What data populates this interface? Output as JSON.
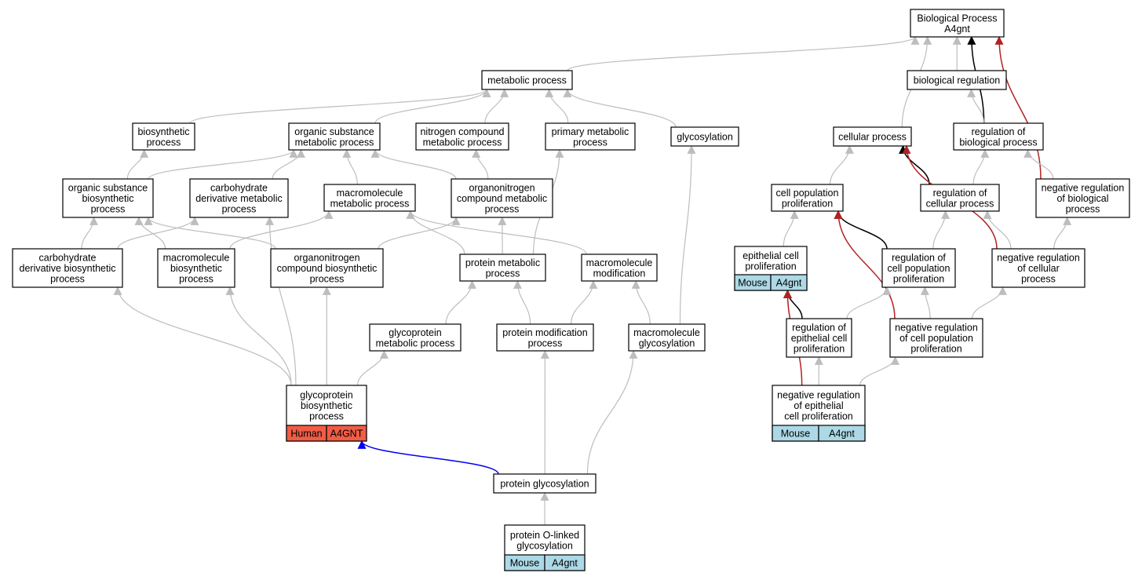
{
  "colors": {
    "edge_default": "#bdbdbd",
    "edge_black": "#000000",
    "edge_red": "#b22222",
    "edge_blue": "#0000ee",
    "tag_mouse": "#add8e6",
    "tag_human": "#f15c45"
  },
  "nodes": [
    {
      "id": "bp",
      "lines": [
        "Biological Process",
        "A4gnt"
      ]
    },
    {
      "id": "metabolic",
      "lines": [
        "metabolic process"
      ]
    },
    {
      "id": "bioreg",
      "lines": [
        "biological regulation"
      ]
    },
    {
      "id": "biosynth",
      "lines": [
        "biosynthetic",
        "process"
      ]
    },
    {
      "id": "orgsubmet",
      "lines": [
        "organic substance",
        "metabolic process"
      ]
    },
    {
      "id": "nitromet",
      "lines": [
        "nitrogen compound",
        "metabolic process"
      ]
    },
    {
      "id": "primmet",
      "lines": [
        "primary metabolic",
        "process"
      ]
    },
    {
      "id": "glycosylation",
      "lines": [
        "glycosylation"
      ]
    },
    {
      "id": "cellproc",
      "lines": [
        "cellular process"
      ]
    },
    {
      "id": "regbio",
      "lines": [
        "regulation of",
        "biological process"
      ]
    },
    {
      "id": "orgsubbio",
      "lines": [
        "organic substance",
        "biosynthetic",
        "process"
      ]
    },
    {
      "id": "carbderivmet",
      "lines": [
        "carbohydrate",
        "derivative metabolic",
        "process"
      ]
    },
    {
      "id": "macromet",
      "lines": [
        "macromolecule",
        "metabolic process"
      ]
    },
    {
      "id": "organonitromet",
      "lines": [
        "organonitrogen",
        "compound metabolic",
        "process"
      ]
    },
    {
      "id": "cellpop",
      "lines": [
        "cell population",
        "proliferation"
      ]
    },
    {
      "id": "regcell",
      "lines": [
        "regulation of",
        "cellular process"
      ]
    },
    {
      "id": "negregbio",
      "lines": [
        "negative regulation",
        "of biological",
        "process"
      ]
    },
    {
      "id": "carbderivbio",
      "lines": [
        "carbohydrate",
        "derivative biosynthetic",
        "process"
      ]
    },
    {
      "id": "macrobio",
      "lines": [
        "macromolecule",
        "biosynthetic",
        "process"
      ]
    },
    {
      "id": "organonitrobio",
      "lines": [
        "organonitrogen",
        "compound biosynthetic",
        "process"
      ]
    },
    {
      "id": "protmet",
      "lines": [
        "protein metabolic",
        "process"
      ]
    },
    {
      "id": "macromod",
      "lines": [
        "macromolecule",
        "modification"
      ]
    },
    {
      "id": "epicellpop",
      "lines": [
        "epithelial cell",
        "proliferation"
      ],
      "tags": [
        {
          "label": "Mouse",
          "kind": "mouse"
        },
        {
          "label": "A4gnt",
          "kind": "mouse"
        }
      ]
    },
    {
      "id": "regcellpop",
      "lines": [
        "regulation of",
        "cell population",
        "proliferation"
      ]
    },
    {
      "id": "negregcell",
      "lines": [
        "negative regulation",
        "of cellular",
        "process"
      ]
    },
    {
      "id": "glycoprotmet",
      "lines": [
        "glycoprotein",
        "metabolic process"
      ]
    },
    {
      "id": "protmod",
      "lines": [
        "protein modification",
        "process"
      ]
    },
    {
      "id": "macroglyc",
      "lines": [
        "macromolecule",
        "glycosylation"
      ]
    },
    {
      "id": "regepi",
      "lines": [
        "regulation of",
        "epithelial cell",
        "proliferation"
      ]
    },
    {
      "id": "negregcellpop",
      "lines": [
        "negative regulation",
        "of cell population",
        "proliferation"
      ]
    },
    {
      "id": "glycoprotbio",
      "lines": [
        "glycoprotein",
        "biosynthetic",
        "process"
      ],
      "tags": [
        {
          "label": "Human",
          "kind": "human"
        },
        {
          "label": "A4GNT",
          "kind": "human"
        }
      ]
    },
    {
      "id": "negregepi",
      "lines": [
        "negative regulation",
        "of epithelial",
        "cell proliferation"
      ],
      "tags": [
        {
          "label": "Mouse",
          "kind": "mouse"
        },
        {
          "label": "A4gnt",
          "kind": "mouse"
        }
      ]
    },
    {
      "id": "protglyc",
      "lines": [
        "protein glycosylation"
      ]
    },
    {
      "id": "protolinked",
      "lines": [
        "protein O-linked",
        "glycosylation"
      ],
      "tags": [
        {
          "label": "Mouse",
          "kind": "mouse"
        },
        {
          "label": "A4gnt",
          "kind": "mouse"
        }
      ]
    }
  ],
  "edges": [
    {
      "from": "metabolic",
      "to": "bp",
      "kind": "default"
    },
    {
      "from": "cellproc",
      "to": "bp",
      "kind": "default"
    },
    {
      "from": "bioreg",
      "to": "bp",
      "kind": "default"
    },
    {
      "from": "regbio",
      "to": "bp",
      "kind": "black"
    },
    {
      "from": "negregbio",
      "to": "bp",
      "kind": "red"
    },
    {
      "from": "regbio",
      "to": "bioreg",
      "kind": "default"
    },
    {
      "from": "biosynth",
      "to": "metabolic",
      "kind": "default"
    },
    {
      "from": "orgsubmet",
      "to": "metabolic",
      "kind": "default"
    },
    {
      "from": "nitromet",
      "to": "metabolic",
      "kind": "default"
    },
    {
      "from": "primmet",
      "to": "metabolic",
      "kind": "default"
    },
    {
      "from": "glycosylation",
      "to": "metabolic",
      "kind": "default"
    },
    {
      "from": "orgsubbio",
      "to": "biosynth",
      "kind": "default"
    },
    {
      "from": "orgsubbio",
      "to": "orgsubmet",
      "kind": "default"
    },
    {
      "from": "carbderivmet",
      "to": "orgsubmet",
      "kind": "default"
    },
    {
      "from": "macromet",
      "to": "orgsubmet",
      "kind": "default"
    },
    {
      "from": "organonitromet",
      "to": "orgsubmet",
      "kind": "default"
    },
    {
      "from": "organonitromet",
      "to": "nitromet",
      "kind": "default"
    },
    {
      "from": "carbderivbio",
      "to": "orgsubbio",
      "kind": "default"
    },
    {
      "from": "carbderivbio",
      "to": "carbderivmet",
      "kind": "default"
    },
    {
      "from": "macrobio",
      "to": "orgsubbio",
      "kind": "default"
    },
    {
      "from": "macrobio",
      "to": "macromet",
      "kind": "default"
    },
    {
      "from": "organonitrobio",
      "to": "orgsubbio",
      "kind": "default"
    },
    {
      "from": "organonitrobio",
      "to": "organonitromet",
      "kind": "default"
    },
    {
      "from": "protmet",
      "to": "macromet",
      "kind": "default"
    },
    {
      "from": "protmet",
      "to": "organonitromet",
      "kind": "default"
    },
    {
      "from": "protmet",
      "to": "primmet",
      "kind": "default"
    },
    {
      "from": "macromod",
      "to": "macromet",
      "kind": "default"
    },
    {
      "from": "glycoprotmet",
      "to": "protmet",
      "kind": "default"
    },
    {
      "from": "protmod",
      "to": "protmet",
      "kind": "default"
    },
    {
      "from": "protmod",
      "to": "macromod",
      "kind": "default"
    },
    {
      "from": "macroglyc",
      "to": "macromod",
      "kind": "default"
    },
    {
      "from": "macroglyc",
      "to": "glycosylation",
      "kind": "default"
    },
    {
      "from": "glycoprotbio",
      "to": "carbderivbio",
      "kind": "default"
    },
    {
      "from": "glycoprotbio",
      "to": "macrobio",
      "kind": "default"
    },
    {
      "from": "glycoprotbio",
      "to": "organonitrobio",
      "kind": "default"
    },
    {
      "from": "glycoprotbio",
      "to": "glycoprotmet",
      "kind": "default"
    },
    {
      "from": "glycoprotbio",
      "to": "carbderivmet",
      "kind": "default"
    },
    {
      "from": "protglyc",
      "to": "glycoprotbio",
      "kind": "blue"
    },
    {
      "from": "protglyc",
      "to": "protmod",
      "kind": "default"
    },
    {
      "from": "protglyc",
      "to": "macroglyc",
      "kind": "default"
    },
    {
      "from": "protolinked",
      "to": "protglyc",
      "kind": "default"
    },
    {
      "from": "cellpop",
      "to": "cellproc",
      "kind": "default"
    },
    {
      "from": "regcell",
      "to": "cellproc",
      "kind": "black"
    },
    {
      "from": "regcell",
      "to": "regbio",
      "kind": "default"
    },
    {
      "from": "negregbio",
      "to": "regbio",
      "kind": "default"
    },
    {
      "from": "negregcell",
      "to": "cellproc",
      "kind": "red"
    },
    {
      "from": "negregcell",
      "to": "regcell",
      "kind": "default"
    },
    {
      "from": "negregcell",
      "to": "negregbio",
      "kind": "default"
    },
    {
      "from": "epicellpop",
      "to": "cellpop",
      "kind": "default"
    },
    {
      "from": "regcellpop",
      "to": "cellpop",
      "kind": "black"
    },
    {
      "from": "regcellpop",
      "to": "regcell",
      "kind": "default"
    },
    {
      "from": "negregcellpop",
      "to": "cellpop",
      "kind": "red"
    },
    {
      "from": "negregcellpop",
      "to": "regcellpop",
      "kind": "default"
    },
    {
      "from": "negregcellpop",
      "to": "negregcell",
      "kind": "default"
    },
    {
      "from": "regepi",
      "to": "epicellpop",
      "kind": "black"
    },
    {
      "from": "regepi",
      "to": "regcellpop",
      "kind": "default"
    },
    {
      "from": "negregepi",
      "to": "epicellpop",
      "kind": "red"
    },
    {
      "from": "negregepi",
      "to": "regepi",
      "kind": "default"
    },
    {
      "from": "negregepi",
      "to": "negregcellpop",
      "kind": "default"
    }
  ]
}
